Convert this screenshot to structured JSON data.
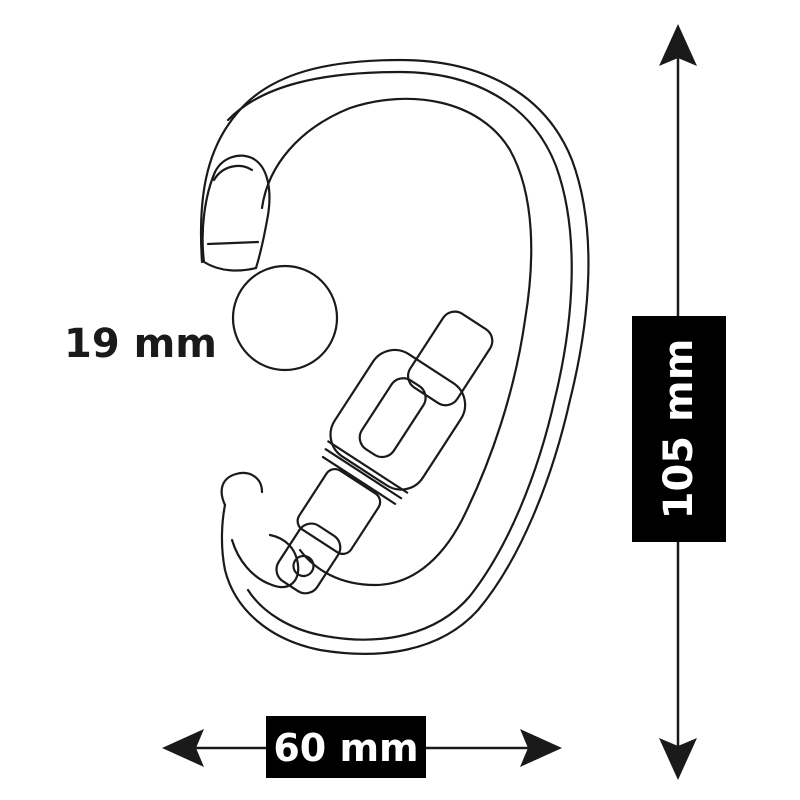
{
  "dimensions": {
    "gate_opening": "19 mm",
    "width": "60 mm",
    "height": "105 mm"
  },
  "colors": {
    "line": "#1a1a1a",
    "label_background": "#000000",
    "label_text": "#ffffff",
    "background": "#ffffff"
  }
}
